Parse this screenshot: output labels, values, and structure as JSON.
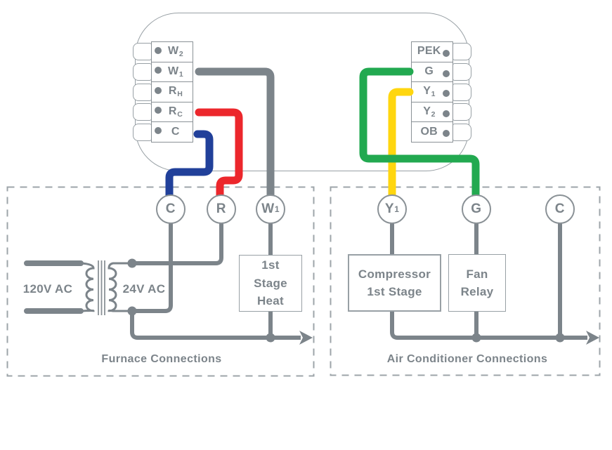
{
  "thermostat": {
    "left_terminals": [
      {
        "main": "W",
        "sub": "2"
      },
      {
        "main": "W",
        "sub": "1"
      },
      {
        "main": "R",
        "sub": "H"
      },
      {
        "main": "R",
        "sub": "C"
      },
      {
        "main": "C",
        "sub": ""
      }
    ],
    "right_terminals": [
      {
        "main": "PEK",
        "sub": ""
      },
      {
        "main": "G",
        "sub": ""
      },
      {
        "main": "Y",
        "sub": "1"
      },
      {
        "main": "Y",
        "sub": "2"
      },
      {
        "main": "OB",
        "sub": ""
      }
    ]
  },
  "wires": [
    {
      "from_terminal": "W1",
      "to_node": "W1",
      "color": "gray"
    },
    {
      "from_terminal": "RC",
      "to_node": "R",
      "color": "red"
    },
    {
      "from_terminal": "C",
      "to_node": "C",
      "color": "blue"
    },
    {
      "from_terminal": "G",
      "to_node": "G",
      "color": "green"
    },
    {
      "from_terminal": "Y1",
      "to_node": "Y1",
      "color": "yellow"
    }
  ],
  "furnace": {
    "title": "Furnace Connections",
    "primary_label": "120V AC",
    "secondary_label": "24V AC",
    "nodes": [
      {
        "main": "C",
        "sub": ""
      },
      {
        "main": "R",
        "sub": ""
      },
      {
        "main": "W",
        "sub": "1"
      }
    ],
    "heat_box": {
      "lines": [
        "1st",
        "Stage",
        "Heat"
      ]
    }
  },
  "ac": {
    "title": "Air Conditioner Connections",
    "nodes": [
      {
        "main": "Y",
        "sub": "1"
      },
      {
        "main": "G",
        "sub": ""
      },
      {
        "main": "C",
        "sub": ""
      }
    ],
    "compressor_box": {
      "lines": [
        "Compressor",
        "1st Stage"
      ]
    },
    "fan_box": {
      "lines": [
        "Fan",
        "Relay"
      ]
    }
  },
  "colors": {
    "wire": "#7C848A",
    "outline": "#98A0A5",
    "dash": "#9DA4A9",
    "blue": "#21409A",
    "red": "#EC272C",
    "green": "#22A950",
    "yellow": "#FFD60F"
  }
}
